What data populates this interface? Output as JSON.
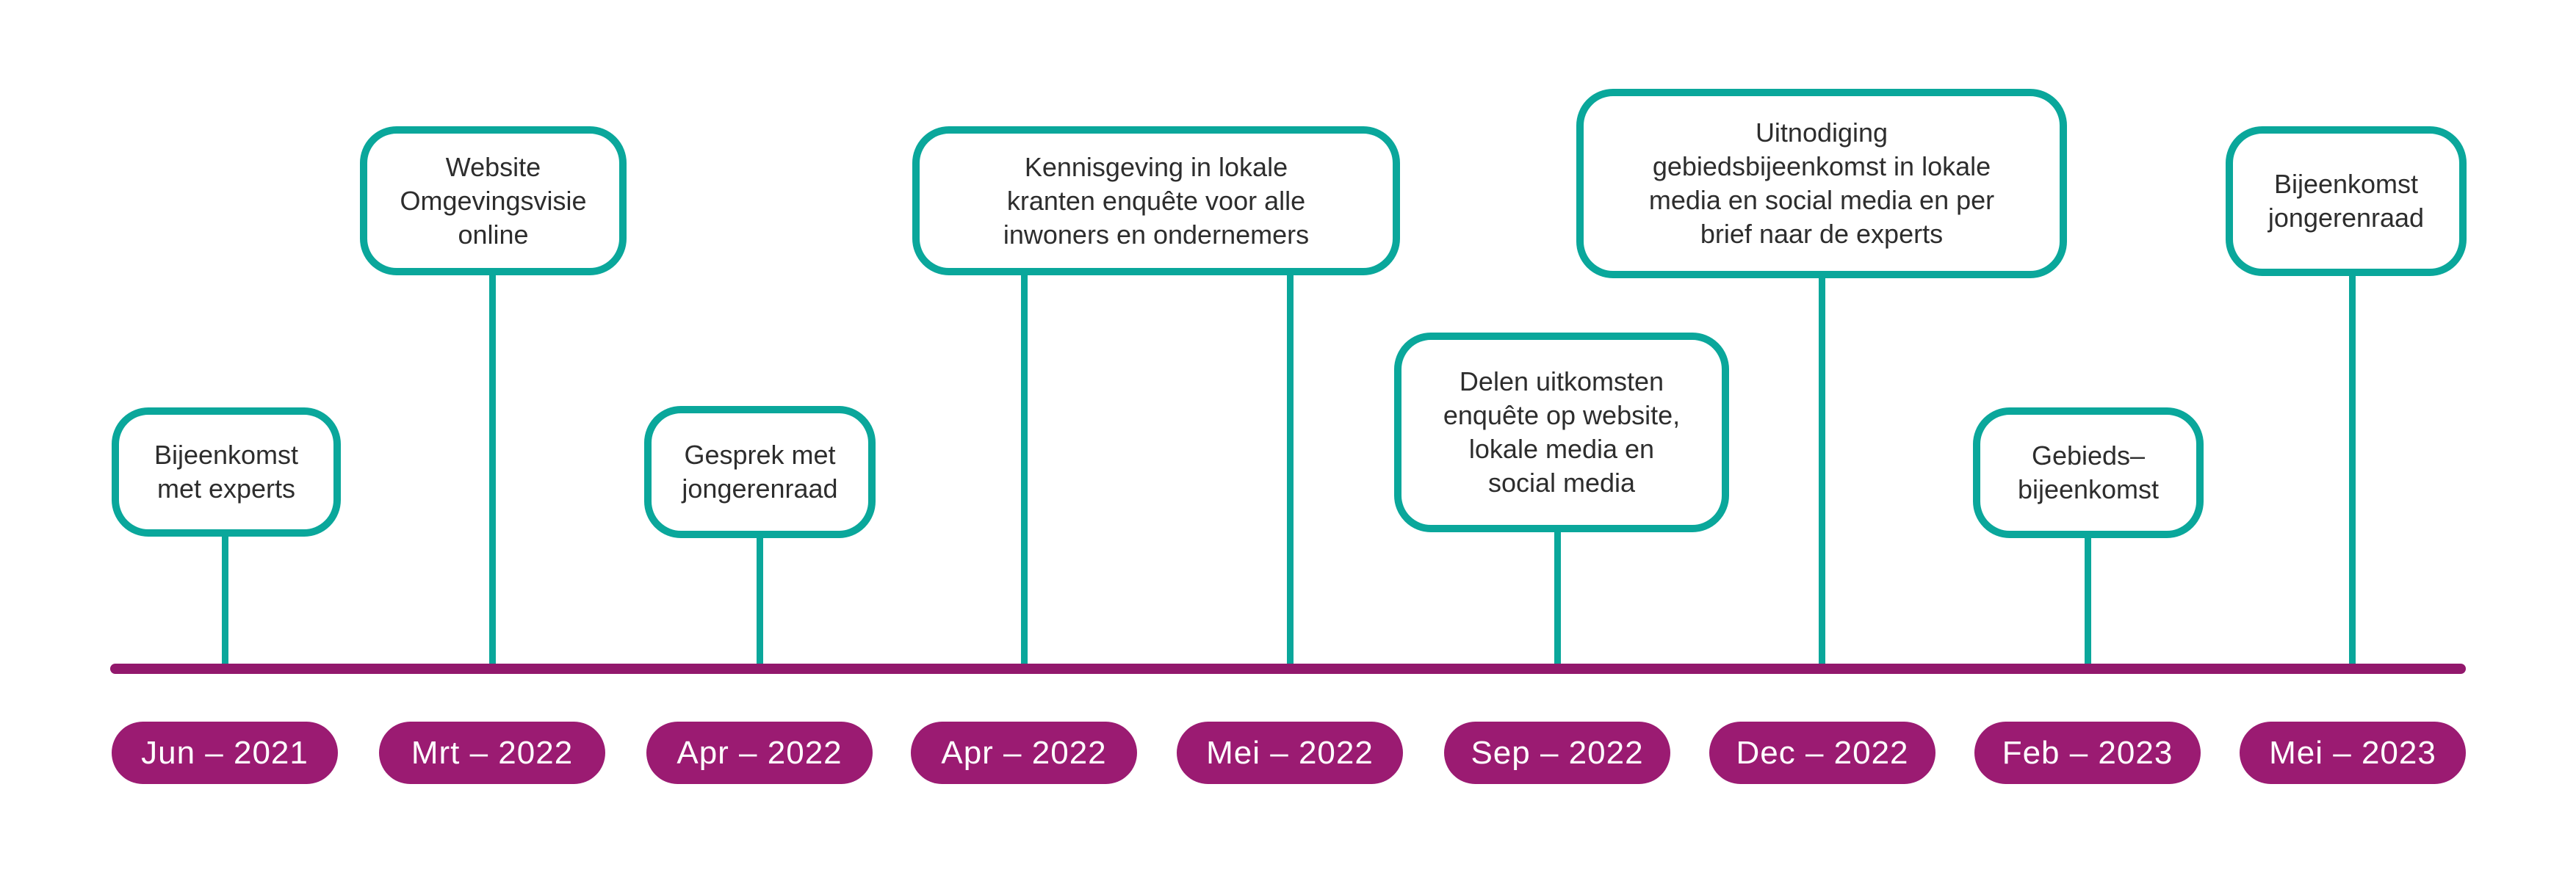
{
  "colors": {
    "teal": "#0AA79B",
    "magenta": "#9B1B72",
    "bar": "#92186C"
  },
  "timeline": {
    "boxes": [
      {
        "label": "Bijeenkomst\nmet experts"
      },
      {
        "label": "Website\nOmgevingsvisie\nonline"
      },
      {
        "label": "Gesprek met\njongerenraad"
      },
      {
        "label": "Kennisgeving in lokale\nkranten enquête voor alle\ninwoners en ondernemers"
      },
      {
        "label": "Delen uitkomsten\nenquête op website,\nlokale media en\nsocial media"
      },
      {
        "label": "Uitnodiging\ngebiedsbijeenkomst in lokale\nmedia en social media en per\nbrief naar de experts"
      },
      {
        "label": "Gebieds–\nbijeenkomst"
      },
      {
        "label": "Bijeenkomst\njongerenraad"
      }
    ],
    "dates": [
      "Jun – 2021",
      "Mrt – 2022",
      "Apr – 2022",
      "Apr – 2022",
      "Mei – 2022",
      "Sep – 2022",
      "Dec – 2022",
      "Feb – 2023",
      "Mei – 2023"
    ]
  }
}
